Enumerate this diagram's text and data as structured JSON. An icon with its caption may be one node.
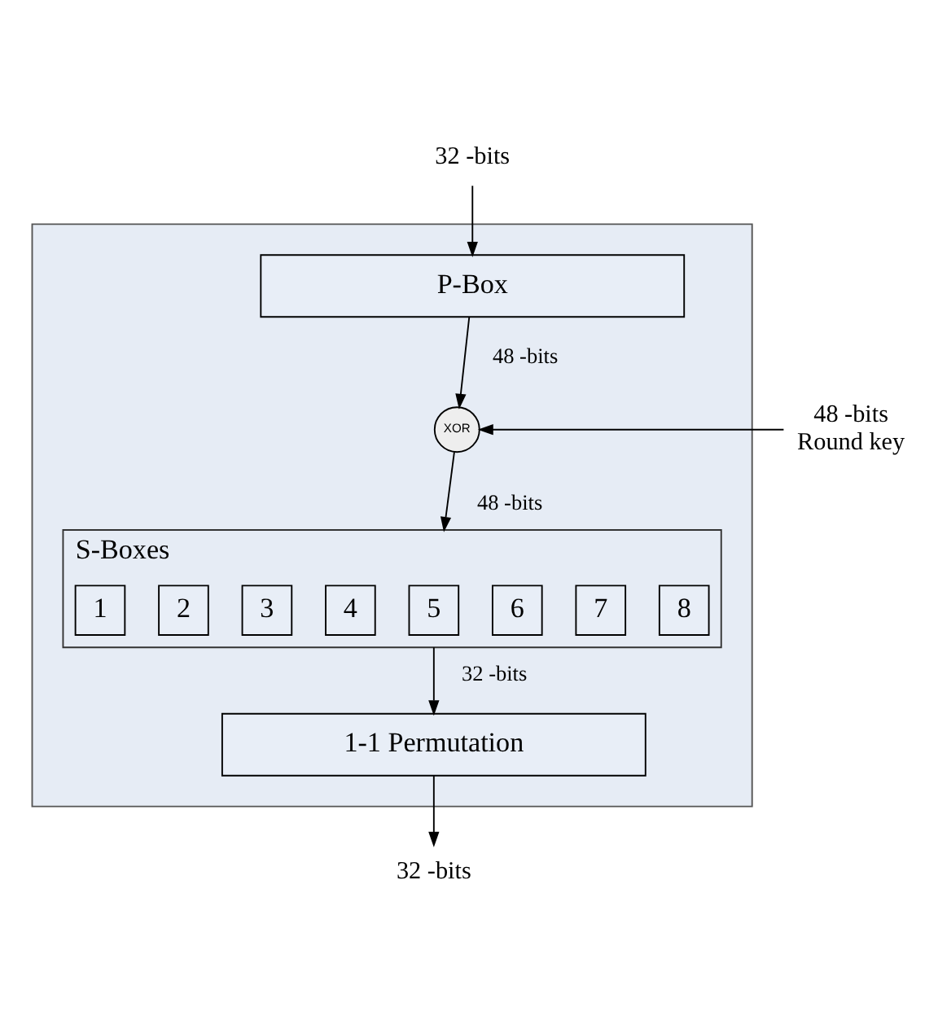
{
  "diagram": {
    "nodes": [
      {
        "text": [
          "32 -bits"
        ]
      },
      {
        "text": [],
        "shape": "box"
      },
      {
        "text": [
          "P-Box"
        ],
        "in": 1
      },
      {
        "text": [
          "XOR"
        ],
        "in": 1
      },
      {
        "text": [
          "48 -bits",
          "Round key"
        ]
      },
      {
        "text": [
          "S-Boxes"
        ],
        "in": 1
      },
      {
        "text": [
          "1"
        ],
        "in": 5
      },
      {
        "text": [
          "2"
        ],
        "in": 5
      },
      {
        "text": [
          "3"
        ],
        "in": 5
      },
      {
        "text": [
          "4"
        ],
        "in": 5
      },
      {
        "text": [
          "5"
        ],
        "in": 5
      },
      {
        "text": [
          "6"
        ],
        "in": 5
      },
      {
        "text": [
          "7"
        ],
        "in": 5
      },
      {
        "text": [
          "8"
        ],
        "in": 5
      },
      {
        "text": [
          "1-1 Permutation"
        ],
        "in": 1
      },
      {
        "text": [
          "32 -bits"
        ]
      }
    ],
    "edges": [
      {
        "from": 0,
        "to": 2,
        "arrow": "to"
      },
      {
        "from": 2,
        "to": 3,
        "arrow": "to",
        "label": "48 -bits"
      },
      {
        "from": 4,
        "to": 3,
        "arrow": "to"
      },
      {
        "from": 3,
        "to": 5,
        "arrow": "to",
        "label": "48 -bits"
      },
      {
        "from": 5,
        "to": 14,
        "arrow": "to",
        "label": "32 -bits"
      },
      {
        "from": 14,
        "to": 15,
        "arrow": "to"
      }
    ]
  }
}
